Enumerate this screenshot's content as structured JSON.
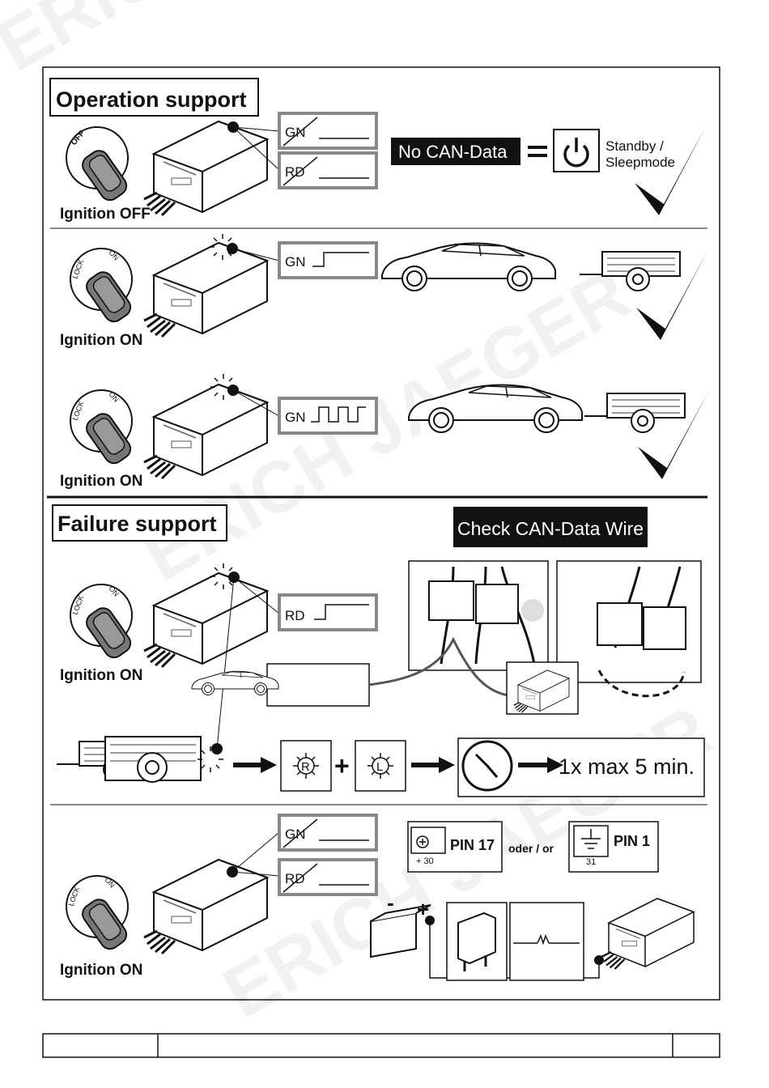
{
  "watermark": "ERICH JAEGER",
  "operation": {
    "title": "Operation support",
    "row1": {
      "ignition_label": "Ignition OFF",
      "key_text": "OFF",
      "signal_gn": "GN",
      "signal_rd": "RD",
      "status_box": "No CAN-Data",
      "standby_line1": "Standby /",
      "standby_line2": "Sleepmode"
    },
    "row2": {
      "ignition_label": "Ignition ON",
      "key_lock": "LOCK",
      "key_on": "ON",
      "signal": "GN"
    },
    "row3": {
      "ignition_label": "Ignition ON",
      "key_lock": "LOCK",
      "key_on": "ON",
      "signal": "GN"
    }
  },
  "failure": {
    "title": "Failure support",
    "check_box": "Check CAN-Data Wire",
    "row1": {
      "ignition_label": "Ignition ON",
      "key_lock": "LOCK",
      "key_on": "ON",
      "signal": "RD"
    },
    "row2": {
      "lamp_right": "R",
      "lamp_left": "L",
      "plus": "+",
      "timer_text": "1x max 5 min."
    },
    "row3": {
      "ignition_label": "Ignition ON",
      "key_lock": "LOCK",
      "key_on": "ON",
      "signal_gn": "GN",
      "signal_rd": "RD",
      "pin17": "PIN 17",
      "pin17_sub": "+ 30",
      "or_text": "oder / or",
      "pin1": "PIN 1",
      "pin1_sub": "31",
      "batt_minus": "-",
      "batt_plus": "+"
    }
  }
}
